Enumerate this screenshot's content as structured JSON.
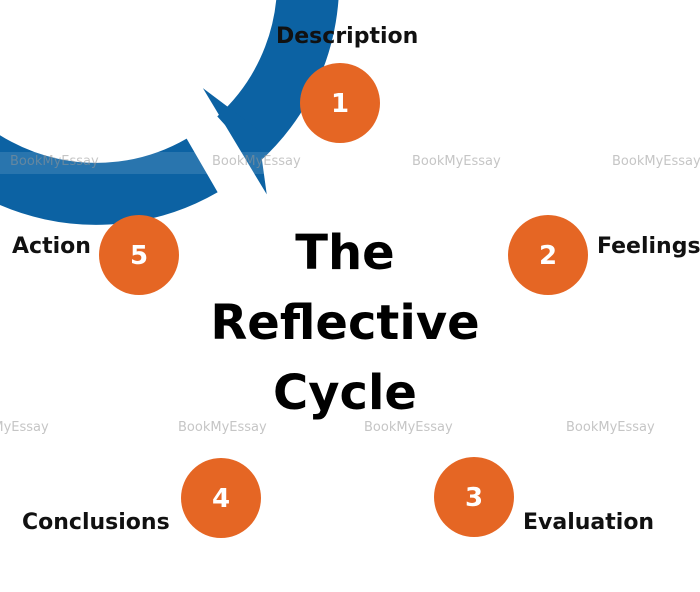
{
  "diagram": {
    "title_lines": [
      "The",
      "Reflective",
      "Cycle"
    ],
    "colors": {
      "ring": "#0C62A3",
      "node": "#E56624",
      "node_text": "#FFFFFF",
      "text": "#111111",
      "background": "#FFFFFF"
    },
    "stages": [
      {
        "number": "1",
        "label": "Description"
      },
      {
        "number": "2",
        "label": "Feelings"
      },
      {
        "number": "3",
        "label": "Evaluation"
      },
      {
        "number": "4",
        "label": "Conclusions"
      },
      {
        "number": "5",
        "label": "Action"
      }
    ],
    "flow_direction": "clockwise",
    "watermark": "BookMyEssay"
  }
}
